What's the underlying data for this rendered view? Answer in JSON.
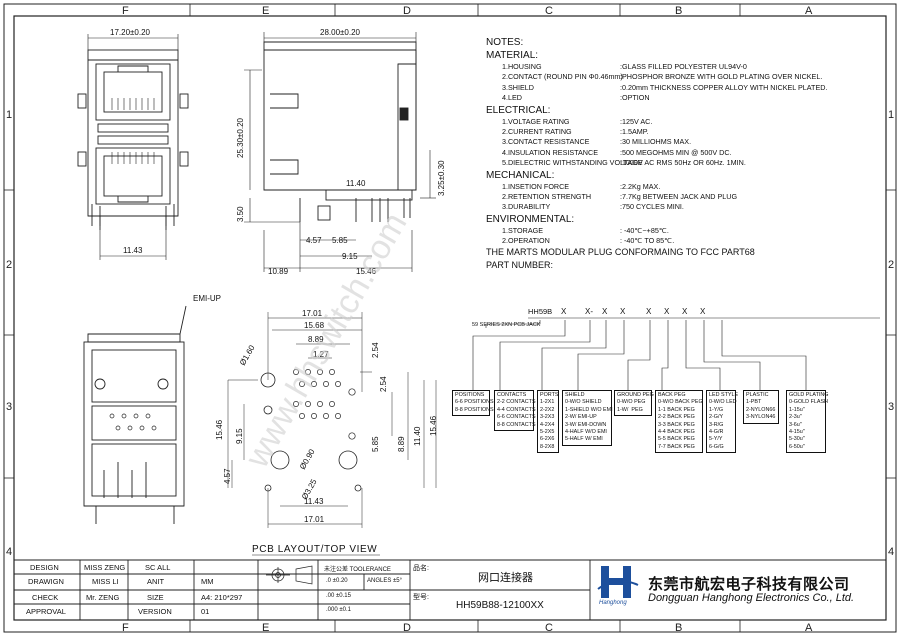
{
  "frame": {
    "columns_top": [
      "F",
      "E",
      "D",
      "C",
      "B",
      "A"
    ],
    "columns_bottom": [
      "F",
      "E",
      "D",
      "C",
      "B",
      "A"
    ],
    "rows": [
      "1",
      "2",
      "3",
      "4"
    ]
  },
  "dims": {
    "front_width": "17.20±0.20",
    "front_pin": "11.43",
    "side_width": "28.00±0.20",
    "side_height": "25.30±0.20",
    "side_right_height": "3.25±0.30",
    "side_350": "3.50",
    "side_1140": "11.40",
    "side_457": "4.57",
    "side_585": "5.85",
    "side_915": "9.15",
    "side_1089": "10.89",
    "side_1546": "15.46",
    "pcb_1701_top": "17.01",
    "pcb_1568": "15.68",
    "pcb_889_top": "8.89",
    "pcb_127": "1.27",
    "pcb_254_a": "2.54",
    "pcb_254_b": "2.54",
    "pcb_hole_160": "Ø1.60",
    "pcb_hole_090": "Ø0.90",
    "pcb_hole_325": "Ø3.25",
    "pcb_1546_left": "15.46",
    "pcb_915_left": "9.15",
    "pcb_457_left": "4.57",
    "pcb_585_right": "5.85",
    "pcb_889_right": "8.89",
    "pcb_1140_right": "11.40",
    "pcb_1546_right": "15.46",
    "pcb_1143": "11.43",
    "pcb_1701_bottom": "17.01",
    "emi_label": "EMI-UP",
    "pcb_title": "PCB LAYOUT/TOP VIEW"
  },
  "watermark": "www.hhswitch.com",
  "notes": {
    "title": "NOTES:",
    "material": {
      "heading": "MATERIAL:",
      "rows": [
        {
          "k": "1.HOUSING",
          "m": "",
          "v": ":GLASS FILLED POLYESTER UL94V-0"
        },
        {
          "k": "2.CONTACT",
          "m": "(ROUND PIN Φ0.46mm)",
          "v": ":PHOSPHOR BRONZE WITH GOLD PLATING OVER NICKEL."
        },
        {
          "k": "3.SHIELD",
          "m": "",
          "v": ":0.20mm THICKNESS COPPER ALLOY WITH NICKEL PLATED."
        },
        {
          "k": "4.LED",
          "m": "",
          "v": ":OPTION"
        }
      ]
    },
    "electrical": {
      "heading": "ELECTRICAL:",
      "rows": [
        {
          "k": "1.VOLTAGE RATING",
          "v": ":125V AC."
        },
        {
          "k": "2.CURRENT RATING",
          "v": ":1.5AMP."
        },
        {
          "k": "3.CONTACT RESISTANCE",
          "v": ":30 MILLIOHMS MAX."
        },
        {
          "k": "4.INSULATION RESISTANCE",
          "v": ":500 MEGOHMS MIN @ 500V DC."
        },
        {
          "k": "5.DIELECTRIC WITHSTANDING VOLTAGE",
          "v": ":1000V AC RMS 50Hz OR 60Hz. 1MIN."
        }
      ]
    },
    "mechanical": {
      "heading": "MECHANICAL:",
      "rows": [
        {
          "k": "1.INSETION FORCE",
          "v": ":2.2Kg MAX."
        },
        {
          "k": "2.RETENTION STRENGTH",
          "v": ":7.7Kg BETWEEN JACK AND PLUG"
        },
        {
          "k": "3.DURABILITY",
          "v": ":750 CYCLES MINI."
        }
      ]
    },
    "environmental": {
      "heading": "ENVIRONMENTAL:",
      "rows": [
        {
          "k": "1.STORAGE",
          "v": ": -40℃~+85℃."
        },
        {
          "k": "2.OPERATION",
          "v": ": -40℃ TO 85℃."
        }
      ]
    },
    "plug_line": "THE MARTS MODULAR PLUG CONFORMAING TO FCC PART68",
    "part_number": "PART NUMBER:"
  },
  "part": {
    "base": "HH59B",
    "series_label": "59 SERIES 2XN PCB JACK",
    "xs": [
      "X",
      "X-",
      "X",
      "X",
      "X",
      "X",
      "X",
      "X"
    ],
    "boxes": [
      {
        "title": "POSITIONS",
        "lines": "6-6 POSITIONS\n8-8 POSITIONS"
      },
      {
        "title": "CONTACTS",
        "lines": "2-2 CONTACTS\n4-4 CONTACTS\n6-6 CONTACTS\n8-8 CONTACTS"
      },
      {
        "title": "PORTS",
        "lines": "1-2X1\n2-2X2\n3-2X3\n4-2X4\n5-2X5\n6-2X6\n8-2X8"
      },
      {
        "title": "SHIELD",
        "lines": "0-W/O SHIELD\n1-SHIELD W/O EMI\n2-W/ EMI-UP\n3-W/ EMI-DOWN\n4-HALF W/O EMI\n5-HALF W/ EMI"
      },
      {
        "title": "GROUND PEG",
        "lines": "0-W/O PEG\n1-W/  PEG"
      },
      {
        "title": "BACK PEG",
        "lines": "0-W/O BACK PEG\n1-1 BACK PEG\n2-2 BACK PEG\n3-3 BACK PEG\n4-4 BACK PEG\n5-5 BACK PEG\n7-7 BACK PEG"
      },
      {
        "title": "LED STYLE",
        "lines": "0-W/O LED\n1-Y/G\n2-G/Y\n3-R/G\n4-G/R\n5-Y/Y\n6-G/G"
      },
      {
        "title": "PLASTIC",
        "lines": "1-PBT\n2-NYLON66\n3-NYLON46"
      },
      {
        "title": "GOLD PLATING",
        "lines": "0-GOLD FLASH\n1-15u\"\n2-3u\"\n3-6u\"\n4-15u\"\n5-30u\"\n6-50u\""
      }
    ]
  },
  "titleblock": {
    "design_label": "DESIGN",
    "design_value": "MISS ZENG",
    "drawing_label": "DRAWIGN",
    "drawing_value": "MISS LI",
    "check_label": "CHECK",
    "check_value": "Mr. ZENG",
    "approval_label": "APPROVAL",
    "scale_label": "SC ALL",
    "unit_label": "ANIT",
    "unit_value": "MM",
    "size_label": "SIZE",
    "size_value": "A4: 210*297",
    "version_label": "VERSION",
    "version_value": "01",
    "tol_title": "未注公差 TOOLERANCE",
    "tol_1": ".0  ±0.20",
    "tol_angle": "ANGLES  ±5°",
    "tol_2": ".00  ±0.15",
    "tol_3": ".000  ±0.1",
    "name_label": "品名:",
    "name_value": "网口连接器",
    "model_label": "型号:",
    "model_value": "HH59B88-12100XX",
    "company_cn": "东莞市航宏电子科技有限公司",
    "company_en": "Dongguan Hanghong Electronics Co., Ltd.",
    "logo_sub": "Hanghong",
    "logo_color": "#1d4f9c"
  }
}
